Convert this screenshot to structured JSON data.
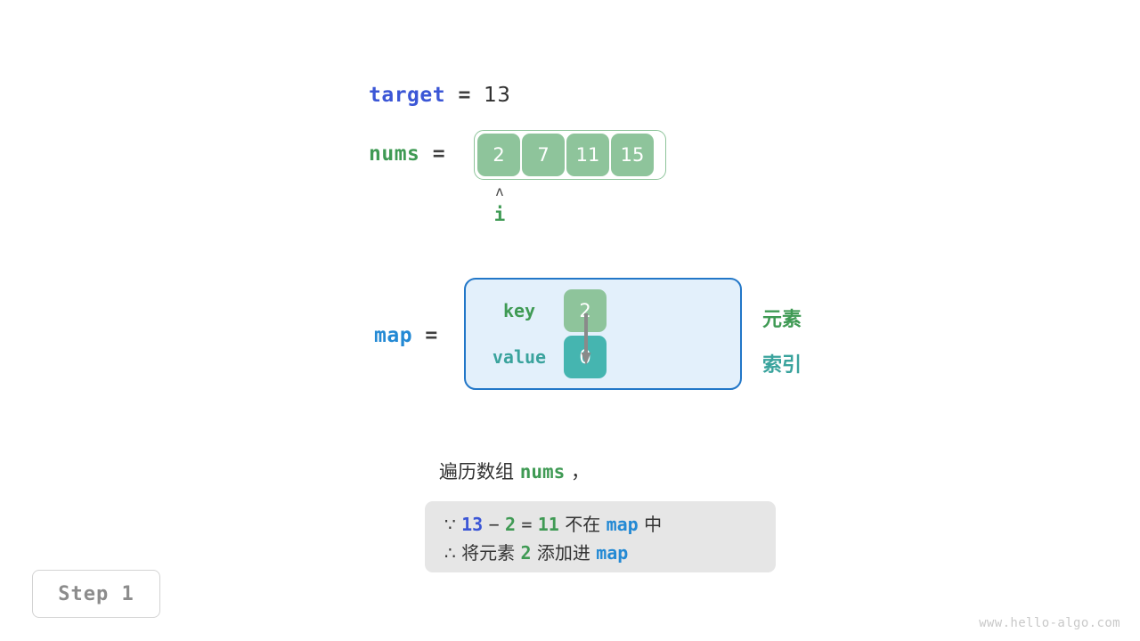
{
  "target_line": {
    "var": "target",
    "equals": "=",
    "value": "13"
  },
  "nums": {
    "label": "nums",
    "equals": "=",
    "cells": [
      "2",
      "7",
      "11",
      "15"
    ]
  },
  "pointer": {
    "caret": "ʌ",
    "name": "i"
  },
  "map": {
    "label": "map",
    "equals": "=",
    "key_label": "key",
    "value_label": "value",
    "key_cell": "2",
    "value_cell": "0",
    "annotation_element": "元素",
    "annotation_index": "索引"
  },
  "caption": {
    "prefix": "遍历数组",
    "code": "nums",
    "suffix": "，"
  },
  "note": {
    "line1": {
      "sym": "∵",
      "a": "13",
      "minus": "−",
      "b": "2",
      "eq": "=",
      "c": "11",
      "text": "不在",
      "map": "map",
      "tail": "中"
    },
    "line2": {
      "sym": "∴",
      "text1": "将元素",
      "val": "2",
      "text2": "添加进",
      "map": "map"
    }
  },
  "step_badge": "Step 1",
  "watermark": "www.hello-algo.com",
  "colors": {
    "green": "#3f9a54",
    "green_fill": "#8ec49b",
    "teal": "#3aa39d",
    "teal_fill": "#45b5b0",
    "blue": "#2389d4",
    "indigo": "#3b56d6",
    "map_bg": "#e3f0fb",
    "map_border": "#2277c8",
    "note_bg": "#e6e6e6",
    "badge_text": "#8c8c8c",
    "watermark": "#c9c9c9"
  }
}
